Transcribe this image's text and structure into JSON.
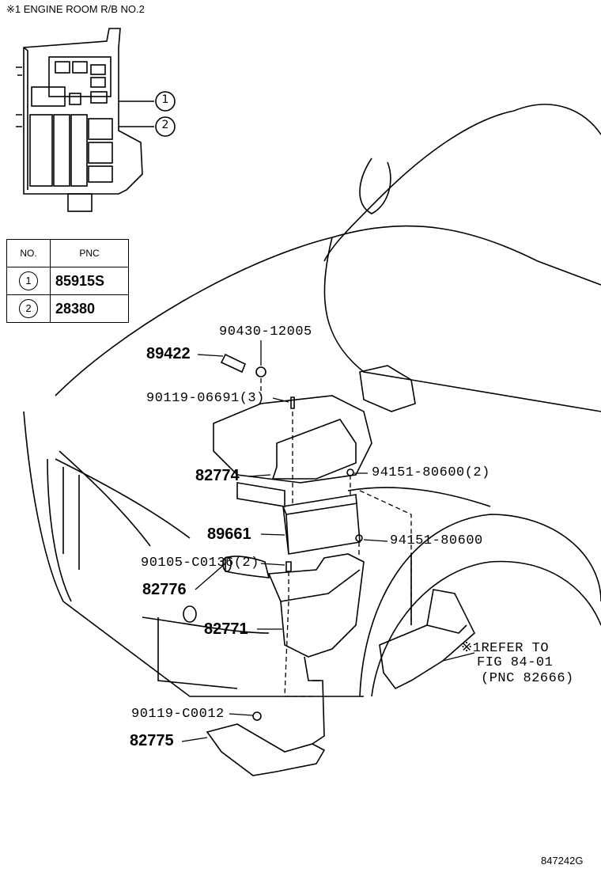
{
  "header_note": "※1 ENGINE ROOM R/B NO.2",
  "callouts": [
    {
      "no": "1",
      "label": "①"
    },
    {
      "no": "2",
      "label": "②"
    }
  ],
  "table": {
    "headers": [
      "NO.",
      "PNC"
    ],
    "rows": [
      {
        "no": "1",
        "pnc": "85915S"
      },
      {
        "no": "2",
        "pnc": "28380"
      }
    ]
  },
  "parts": {
    "p90430": "90430-12005",
    "p89422": "89422",
    "p90119a": "90119-06691(3)",
    "p82774": "82774",
    "p94151a": "94151-80600(2)",
    "p89661": "89661",
    "p94151b": "94151-80600",
    "p90105": "90105-C0136(2)",
    "p82776": "82776",
    "p82771": "82771",
    "p90119b": "90119-C0012",
    "p82775": "82775"
  },
  "refer": {
    "line1": "※1REFER TO",
    "line2": "FIG 84-01",
    "line3": "(PNC 82666)"
  },
  "figure_code": "847242G"
}
